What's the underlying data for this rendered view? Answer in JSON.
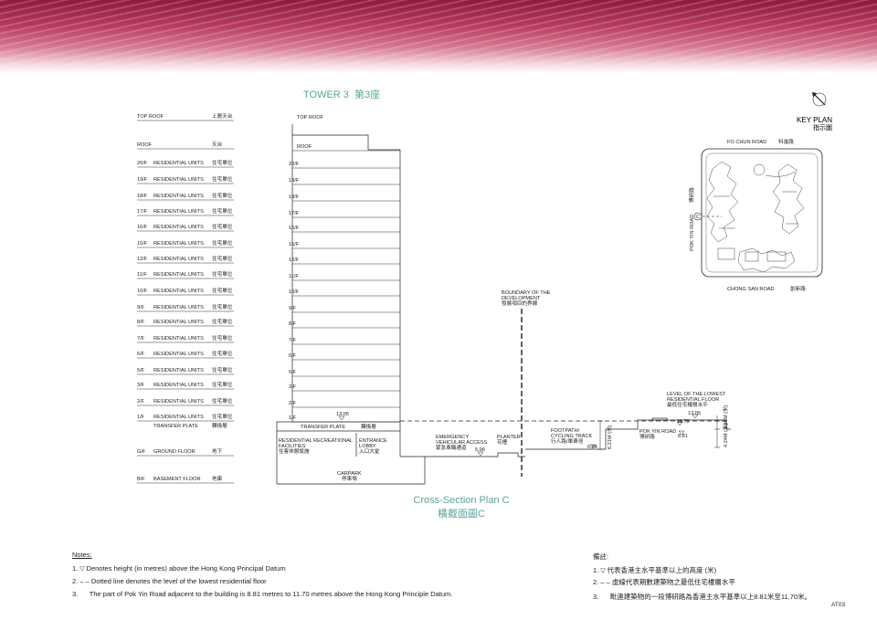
{
  "tower_title": {
    "en": "TOWER 3",
    "zh": "第3座"
  },
  "section_title": {
    "en": "Cross-Section Plan C",
    "zh": "橫截面圖C"
  },
  "left_floors": [
    {
      "code": "TOP ROOF",
      "name": "",
      "zh": "上層天台"
    },
    {
      "code": "ROOF",
      "name": "",
      "zh": "天台"
    },
    {
      "code": "20/F",
      "name": "RESIDENTIAL UNITS",
      "zh": "住宅單位"
    },
    {
      "code": "19/F",
      "name": "RESIDENTIAL UNITS",
      "zh": "住宅單位"
    },
    {
      "code": "18/F",
      "name": "RESIDENTIAL UNITS",
      "zh": "住宅單位"
    },
    {
      "code": "17/F",
      "name": "RESIDENTIAL UNITS",
      "zh": "住宅單位"
    },
    {
      "code": "16/F",
      "name": "RESIDENTIAL UNITS",
      "zh": "住宅單位"
    },
    {
      "code": "15/F",
      "name": "RESIDENTIAL UNITS",
      "zh": "住宅單位"
    },
    {
      "code": "12/F",
      "name": "RESIDENTIAL UNITS",
      "zh": "住宅單位"
    },
    {
      "code": "11/F",
      "name": "RESIDENTIAL UNITS",
      "zh": "住宅單位"
    },
    {
      "code": "10/F",
      "name": "RESIDENTIAL UNITS",
      "zh": "住宅單位"
    },
    {
      "code": "9/F",
      "name": "RESIDENTIAL UNITS",
      "zh": "住宅單位"
    },
    {
      "code": "8/F",
      "name": "RESIDENTIAL UNITS",
      "zh": "住宅單位"
    },
    {
      "code": "7/F",
      "name": "RESIDENTIAL UNITS",
      "zh": "住宅單位"
    },
    {
      "code": "6/F",
      "name": "RESIDENTIAL UNITS",
      "zh": "住宅單位"
    },
    {
      "code": "5/F",
      "name": "RESIDENTIAL UNITS",
      "zh": "住宅單位"
    },
    {
      "code": "3/F",
      "name": "RESIDENTIAL UNITS",
      "zh": "住宅單位"
    },
    {
      "code": "2/F",
      "name": "RESIDENTIAL UNITS",
      "zh": "住宅單位"
    },
    {
      "code": "1/F",
      "name": "RESIDENTIAL UNITS",
      "zh": "住宅單位"
    },
    {
      "code": "",
      "name": "TRANSFER PLATE",
      "zh": "轉換層"
    },
    {
      "code": "G/F",
      "name": "GROUND FLOOR",
      "zh": "地下"
    },
    {
      "code": "B/F",
      "name": "BASEMENT FLOOR",
      "zh": "地庫"
    }
  ],
  "building_floors": [
    "TOP ROOF",
    "ROOF",
    "20/F",
    "19/F",
    "18/F",
    "17/F",
    "16/F",
    "15/F",
    "12/F",
    "11/F",
    "10/F",
    "9/F",
    "8/F",
    "7/F",
    "6/F",
    "5/F",
    "3/F",
    "2/F",
    "1/F"
  ],
  "building_labels": {
    "transfer_plate_en": "TRANSFER PLATE",
    "transfer_plate_zh": "轉換層",
    "recreational_en1": "RESIDENTIAL RECREATIONAL",
    "recreational_en2": "FACILITIES",
    "recreational_zh": "住客休憩設施",
    "lobby_en1": "ENTRANCE",
    "lobby_en2": "LOBBY",
    "lobby_zh": "入口大堂",
    "carpark_en": "CARPARK",
    "carpark_zh": "停車場",
    "level_1305_left": "13.05"
  },
  "site": {
    "boundary_en1": "BOUNDARY OF THE",
    "boundary_en2": "DEVELOPMENT",
    "boundary_zh": "發展項目的界線",
    "eva_en1": "EMERGENCY",
    "eva_en2": "VEHICULAR ACCESS",
    "eva_zh": "緊急車輛通道",
    "eva_level": "5.96",
    "planter_en": "PLANTER",
    "planter_zh": "花槽",
    "footpath_en1": "FOOTPATH/",
    "footpath_en2": "CYCLING TRACK",
    "footpath_zh": "行人路/單車徑",
    "footpath_level": "6.84",
    "dim_left": "6.21M (米)",
    "road_en": "POK YIN ROAD",
    "road_zh": "博研路",
    "road_level": "8.81",
    "lowest_en1": "LEVEL OF THE LOWEST",
    "lowest_en2": "RESIDENTIAL FLOOR",
    "lowest_zh": "最低住宅樓層水平",
    "level_1305_right": "13.05",
    "level_1170": "11.70",
    "dim_right_upper": "1.35M (米)",
    "dim_right_lower": "4.24M (米)"
  },
  "key_plan": {
    "title_en": "KEY PLAN",
    "title_zh": "指示圖",
    "top_road_en": "FO CHUN ROAD",
    "top_road_zh": "科進路",
    "bottom_road_en": "CHONG SAN ROAD",
    "bottom_road_zh": "創新路",
    "left_road_en": "POK YIN ROAD",
    "left_road_zh": "博研路",
    "section_marker": "C"
  },
  "notes_en": {
    "heading": "Notes:",
    "items": [
      {
        "num": "1.",
        "text": "Denotes height (in metres) above the Hong Kong Principal Datum"
      },
      {
        "num": "2.",
        "text": "Dotted line denotes the level of the lowest residential floor"
      },
      {
        "num": "3.",
        "text": "The part of Pok Yin Road adjacent to the building is 8.81 metres to 11.70 metres above the Hong Kong Principle Datum."
      }
    ]
  },
  "notes_zh": {
    "heading": "備註:",
    "items": [
      {
        "num": "1.",
        "text": "代表香港主水平基準以上的高度 (米)"
      },
      {
        "num": "2.",
        "text": "虛線代表期數建築物之最低住宅樓層水平"
      },
      {
        "num": "3.",
        "text": "毗連建築物的一段博研路為香港主水平基準以上8.81米至11.70米。"
      }
    ]
  },
  "page_code": "AT03",
  "colors": {
    "banner": "#a8264c",
    "teal": "#5aa59a",
    "line": "#222222"
  }
}
